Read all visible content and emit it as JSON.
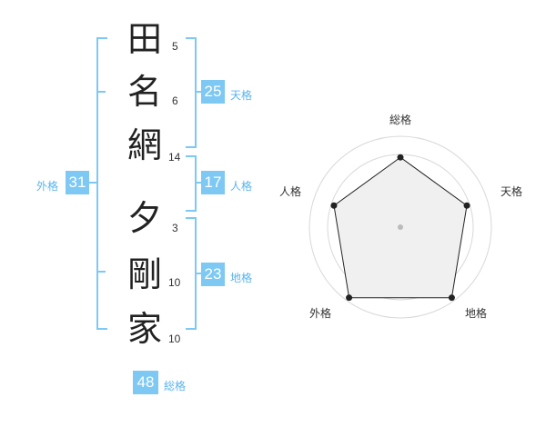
{
  "name": {
    "chars": [
      {
        "char": "田",
        "strokes": "5"
      },
      {
        "char": "名",
        "strokes": "6"
      },
      {
        "char": "網",
        "strokes": "14"
      },
      {
        "char": "夕",
        "strokes": "3"
      },
      {
        "char": "剛",
        "strokes": "10"
      },
      {
        "char": "家",
        "strokes": "10"
      }
    ]
  },
  "kakusu": {
    "tenkaku": {
      "value": "25",
      "label": "天格"
    },
    "jinkaku": {
      "value": "17",
      "label": "人格"
    },
    "chikaku": {
      "value": "23",
      "label": "地格"
    },
    "gaikaku": {
      "value": "31",
      "label": "外格"
    },
    "soukaku": {
      "value": "48",
      "label": "総格"
    }
  },
  "chart_data": {
    "type": "radar",
    "axes": [
      "総格",
      "天格",
      "地格",
      "外格",
      "人格"
    ],
    "values": [
      4,
      4,
      5,
      5,
      4
    ],
    "rmax": 5,
    "grid_rings": 5
  },
  "colors": {
    "accent": "#7ec8f4",
    "label_text": "#5ab4ee",
    "radar_fill": "#f0f0f0",
    "radar_stroke": "#222222"
  }
}
